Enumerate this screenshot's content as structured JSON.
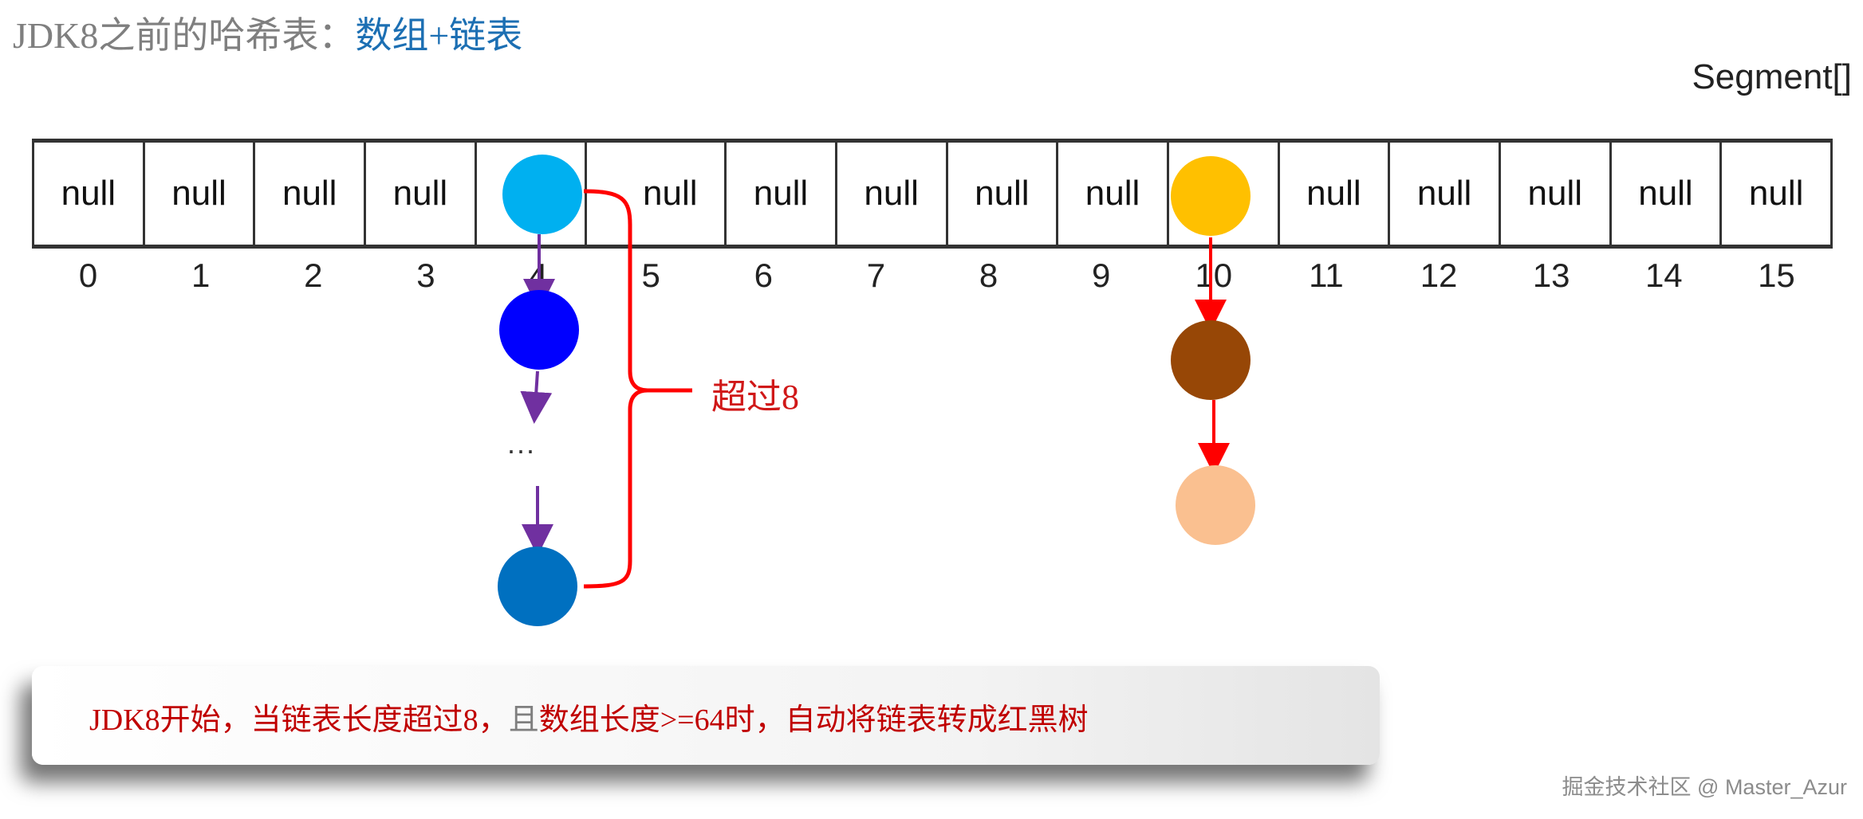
{
  "title": {
    "prefix": "JDK8之前的哈希表：",
    "highlight": "数组+链表"
  },
  "segment_label": "Segment[]",
  "array": {
    "cells": [
      "null",
      "null",
      "null",
      "null",
      "",
      "null",
      "null",
      "null",
      "null",
      "null",
      "",
      "null",
      "null",
      "null",
      "null",
      "null"
    ],
    "indices": [
      "0",
      "1",
      "2",
      "3",
      "4",
      "5",
      "6",
      "7",
      "8",
      "9",
      "10",
      "11",
      "12",
      "13",
      "14",
      "15"
    ]
  },
  "chains": {
    "index4": {
      "node_colors": [
        "#00b0f0",
        "#0000ff",
        "#0070c0"
      ],
      "ellipsis": "...",
      "arrow_color": "#7030a0"
    },
    "index10": {
      "node_colors": [
        "#ffc000",
        "#974706",
        "#fac090"
      ],
      "arrow_color": "#ff0000"
    }
  },
  "brace": {
    "label": "超过8",
    "color": "#ff0000"
  },
  "note": {
    "part1": "JDK8开始，当链表长度超过8，",
    "part2": "且",
    "part3": "数组长度>=64时，",
    "part4": "自动将链表转成红黑树"
  },
  "watermark": "掘金技术社区 @ Master_Azur"
}
